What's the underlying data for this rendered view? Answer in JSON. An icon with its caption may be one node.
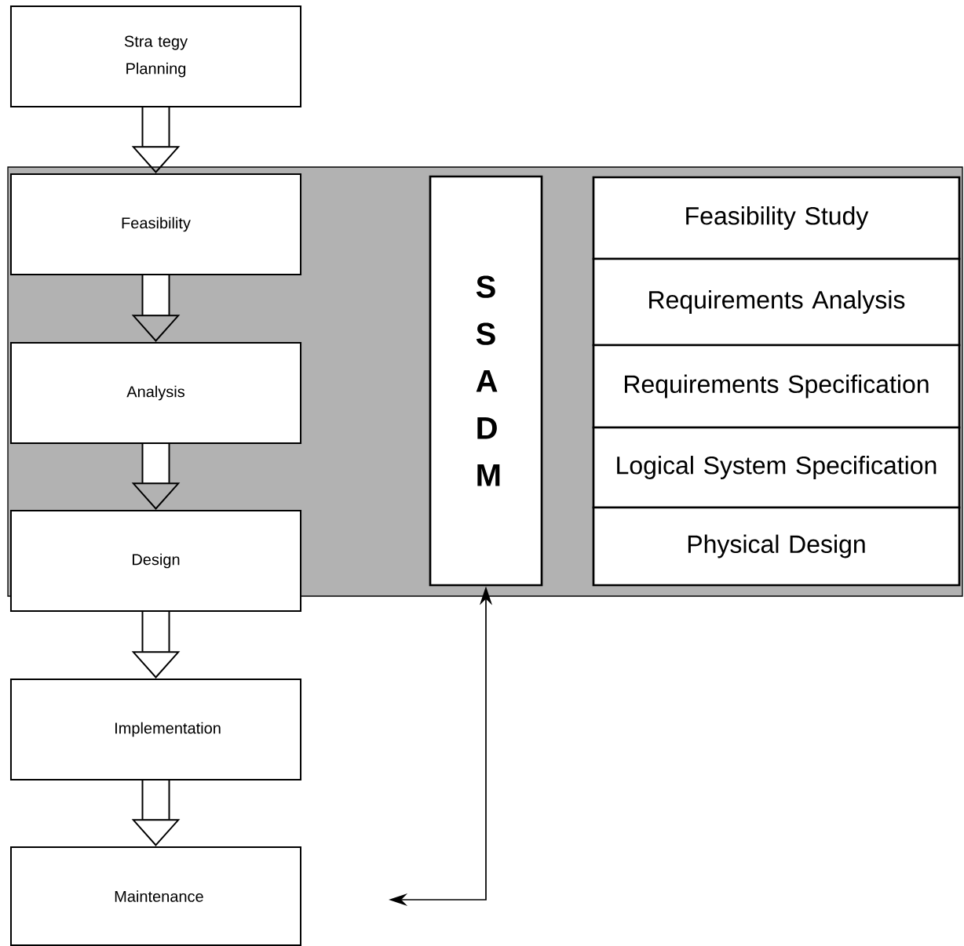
{
  "diagram": {
    "nodes": [
      {
        "text": [
          "Stra tegy Planning"
        ]
      },
      {
        "text": [],
        "shape": "box"
      },
      {
        "text": [
          "Feasibility"
        ],
        "in": 1
      },
      {
        "text": [
          "Analysis"
        ],
        "in": 1
      },
      {
        "text": [
          "Design"
        ]
      },
      {
        "text": [
          "Implementation"
        ]
      },
      {
        "text": [
          "Maintenance"
        ]
      },
      {
        "text": [
          "S S A D M"
        ],
        "in": 1
      },
      {
        "text": [
          "Feasibility Study"
        ],
        "in": 1
      },
      {
        "text": [
          "Requirements Analysis"
        ],
        "in": 1
      },
      {
        "text": [
          "Requirements Specification"
        ],
        "in": 1
      },
      {
        "text": [
          "Logical System Specification"
        ],
        "in": 1
      },
      {
        "text": [
          "Physical Design"
        ],
        "in": 1
      }
    ],
    "edges": [
      {
        "from": 0,
        "to": 2,
        "arrow": "to"
      },
      {
        "from": 2,
        "to": 3,
        "arrow": "to"
      },
      {
        "from": 3,
        "to": 4,
        "arrow": "to"
      },
      {
        "from": 4,
        "to": 5,
        "arrow": "to"
      },
      {
        "from": 5,
        "to": 6,
        "arrow": "to"
      },
      {
        "from": 7,
        "to": null,
        "arrow": "both"
      }
    ]
  }
}
